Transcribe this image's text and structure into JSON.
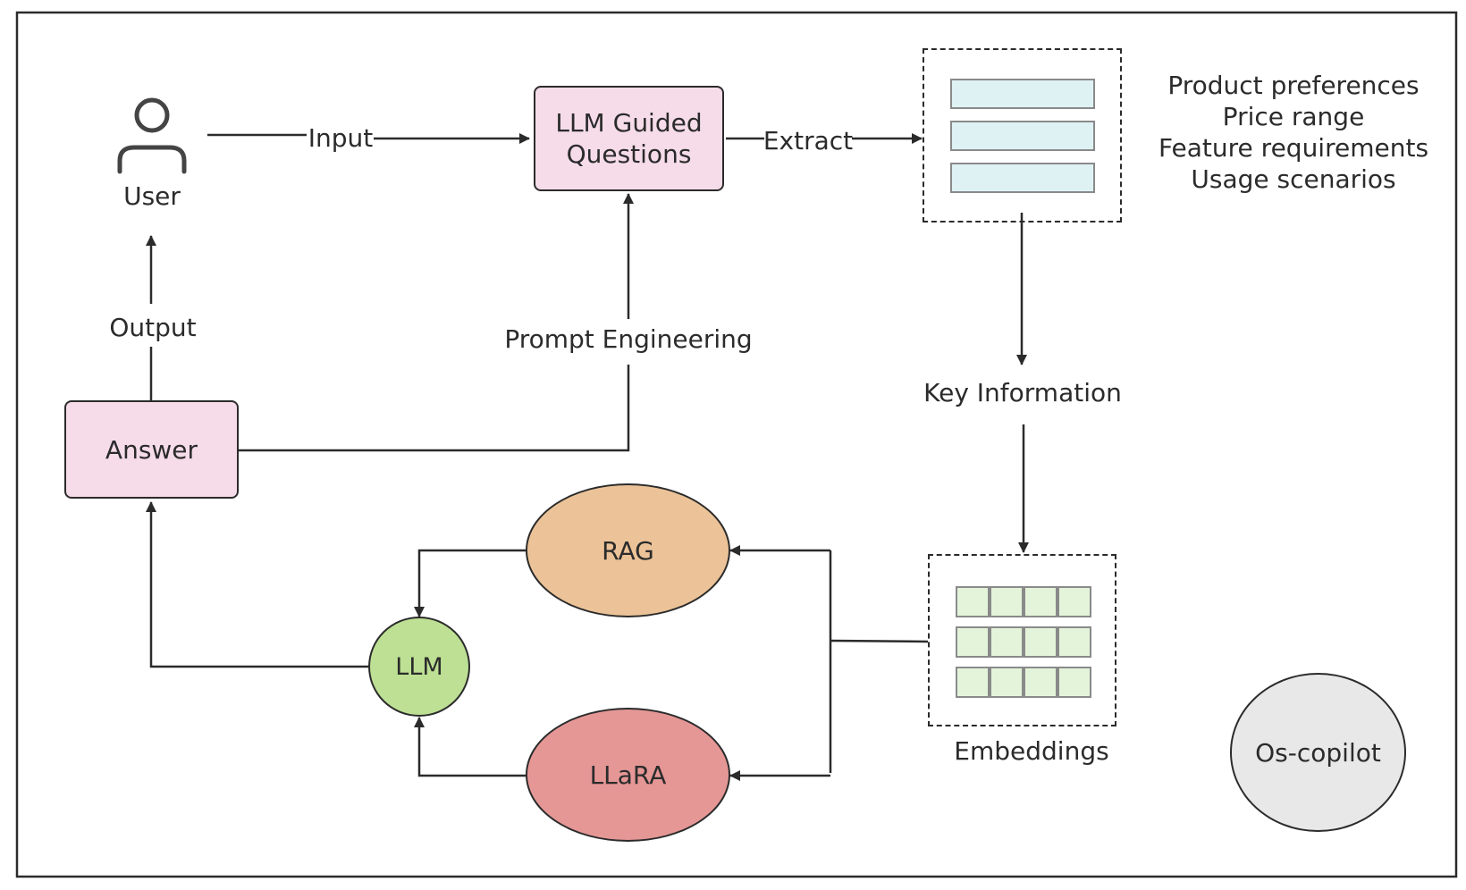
{
  "diagram": {
    "user_label": "User",
    "input_label": "Input",
    "guided_questions": [
      "LLM Guided",
      "Questions"
    ],
    "extract_label": "Extract",
    "info_lines": [
      "Product preferences",
      "Price range",
      "Feature requirements",
      "Usage scenarios"
    ],
    "key_information_label": "Key Information",
    "prompt_engineering_label": "Prompt Engineering",
    "output_label": "Output",
    "answer_label": "Answer",
    "rag_label": "RAG",
    "llm_label": "LLM",
    "llara_label": "LLaRA",
    "embeddings_label": "Embeddings",
    "oscopilot_label": "Os-copilot",
    "colors": {
      "stroke": "#2b2b2b",
      "pink_box": "#f6dce9",
      "rag": "#ecc398",
      "llara": "#e59796",
      "llm": "#bde094",
      "oscopilot": "#e8e8e8",
      "bar_fill": "#def2f4",
      "cell_fill": "#e4f4da"
    },
    "icons": [
      "user-icon"
    ]
  }
}
